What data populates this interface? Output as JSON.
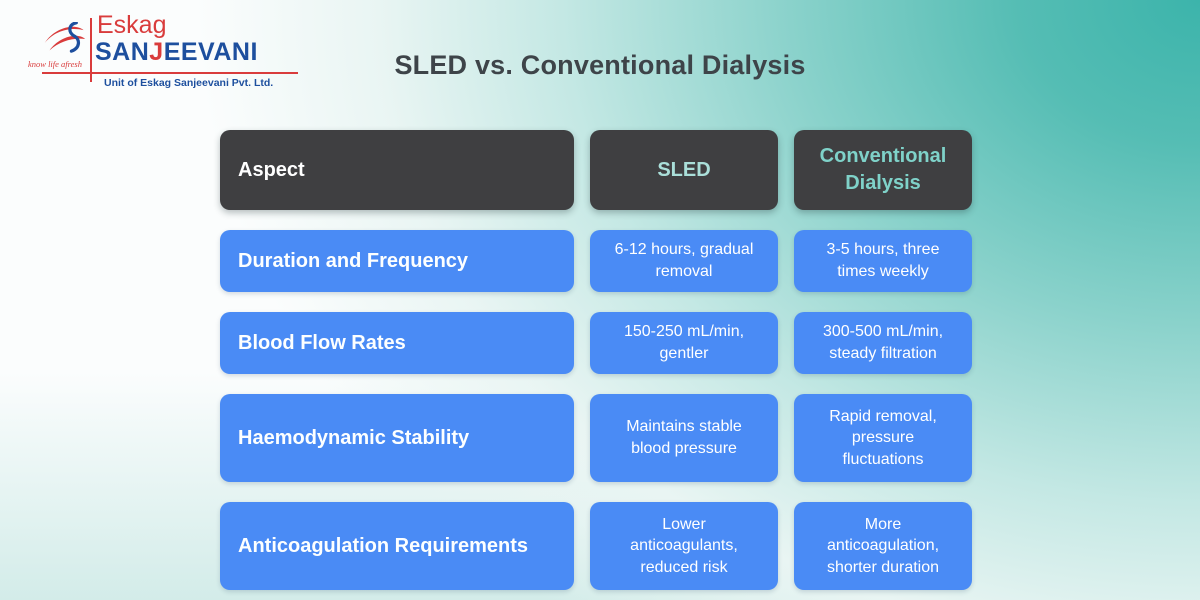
{
  "page": {
    "title": "SLED vs. Conventional Dialysis"
  },
  "logo": {
    "brand_top": "Eskag",
    "brand_main_parts": [
      "SAN",
      "J",
      "EEVANI"
    ],
    "tagline": "know life afresh",
    "subtitle": "Unit of Eskag Sanjeevani Pvt. Ltd.",
    "icon": "bird-swoosh-icon"
  },
  "table": {
    "headers": [
      {
        "label": "Aspect"
      },
      {
        "label": "SLED"
      },
      {
        "label": "Conventional Dialysis"
      }
    ],
    "rows": [
      {
        "aspect": "Duration and Frequency",
        "sled": "6-12 hours, gradual removal",
        "conventional": "3-5 hours, three times weekly"
      },
      {
        "aspect": "Blood Flow Rates",
        "sled": "150-250 mL/min, gentler",
        "conventional": "300-500 mL/min, steady filtration"
      },
      {
        "aspect": "Haemodynamic Stability",
        "sled": "Maintains stable blood pressure",
        "conventional": "Rapid removal, pressure fluctuations"
      },
      {
        "aspect": "Anticoagulation Requirements",
        "sled": "Lower anticoagulants, reduced risk",
        "conventional": "More anticoagulation, shorter duration"
      }
    ]
  },
  "theme": {
    "background_teal": "#3cb4ab",
    "background_light": "#fbfdfd",
    "header_dark": "#3f3f41",
    "cell_blue": "#4a8bf5",
    "sled_header_text": "#aadfd9",
    "conventional_header_text": "#7fd2c9",
    "title_text": "#3e4449",
    "cell_text": "#ffffff",
    "brand_red": "#d93c3c",
    "brand_blue": "#1d4f9e"
  }
}
